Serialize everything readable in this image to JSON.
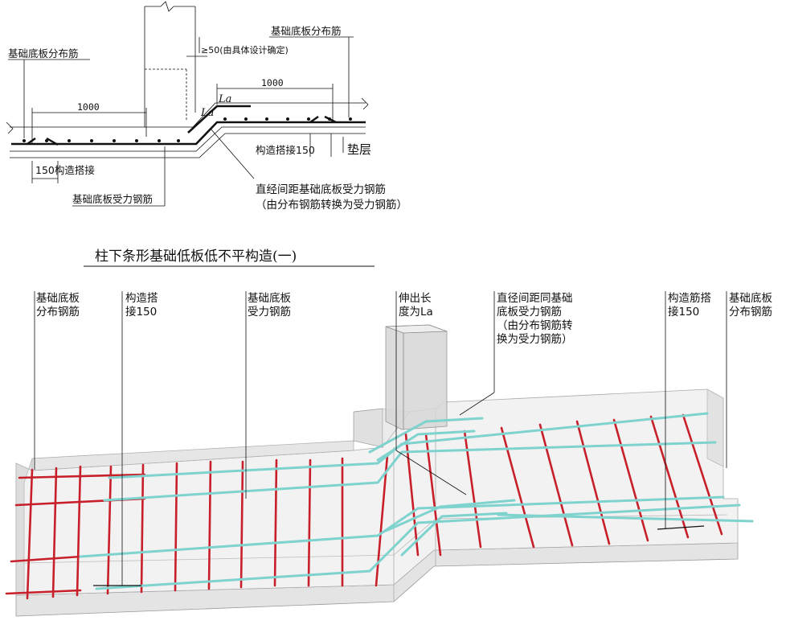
{
  "section_top": {
    "labels": {
      "dist_left": "基础底板分布筋",
      "dist_right": "基础底板分布筋",
      "offset_note": "≥50(由具体设计确定)",
      "dim_1000_left": "1000",
      "dim_1000_right": "1000",
      "la_1": "La",
      "la_2": "La",
      "lap_right": "构造搭接150",
      "cushion": "垫层",
      "lap_left": "150构造搭接",
      "main_bar": "基础底板受力钢筋",
      "converted_1": "直经间距基础底板受力钢筋",
      "converted_2": "（由分布钢筋转换为受力钢筋）"
    },
    "caption": "柱下条形基础低板低不平构造(一)"
  },
  "iso_view": {
    "callouts": [
      {
        "lines": [
          "基础底板",
          "分布钢筋"
        ]
      },
      {
        "lines": [
          "构造搭",
          "接150"
        ]
      },
      {
        "lines": [
          "基础底板",
          "受力钢筋"
        ]
      },
      {
        "lines": [
          "伸出长",
          "度为La"
        ]
      },
      {
        "lines": [
          "直径间距同基础",
          "底板受力钢筋",
          "（由分布钢筋转",
          "换为受力钢筋）"
        ]
      },
      {
        "lines": [
          "构造筋搭",
          "接150"
        ]
      },
      {
        "lines": [
          "基础底板",
          "分布钢筋"
        ]
      }
    ]
  },
  "colors": {
    "main_bar": "#c8202a",
    "distribution_bar": "#7fd3cf",
    "concrete": "#d9d9d9"
  }
}
